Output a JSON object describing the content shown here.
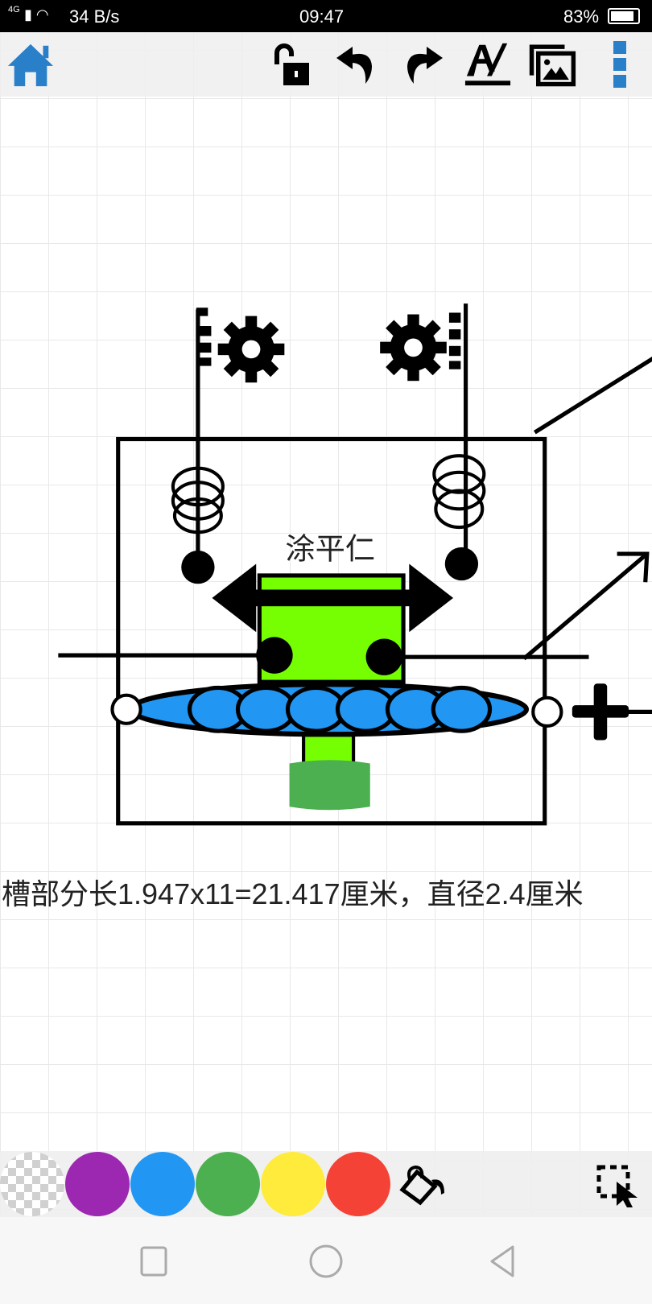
{
  "status_bar": {
    "network": "4G",
    "speed": "34 B/s",
    "time": "09:47",
    "battery": "83%"
  },
  "toolbar": {
    "icons": [
      "home-icon",
      "unlock-icon",
      "undo-icon",
      "redo-icon",
      "text-style-icon",
      "image-icon",
      "more-icon"
    ]
  },
  "drawing": {
    "label": "涂平仁",
    "caption": "槽部分长1.947x11=21.417厘米，直径2.4厘米"
  },
  "palette": {
    "colors": [
      "transparent",
      "#9c27b0",
      "#2196f3",
      "#4caf50",
      "#ffeb3b",
      "#f44336"
    ],
    "tools": [
      "fill-bucket-icon",
      "select-icon"
    ]
  },
  "colors": {
    "lime": "#76ff03",
    "blue": "#2196f3",
    "green": "#4caf50",
    "home": "#2a7fc9"
  }
}
